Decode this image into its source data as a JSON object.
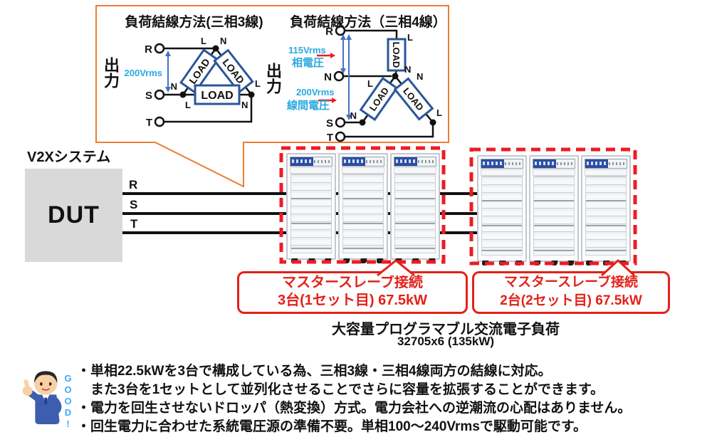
{
  "wiring": {
    "load": "LOAD",
    "live": "L",
    "neutral": "N"
  },
  "callout": {
    "three_wire": {
      "title": "負荷結線方法(三相3線)",
      "output": "出力",
      "line_voltage": "200Vrms",
      "terminals": [
        "R",
        "S",
        "T"
      ]
    },
    "four_wire": {
      "title": "負荷結線方法（三相4線）",
      "output": "出力",
      "phase_voltage": "115Vrms",
      "phase_voltage_label": "相電圧",
      "line_voltage": "200Vrms",
      "line_voltage_label": "線間電圧",
      "terminals": [
        "R",
        "N",
        "S",
        "T"
      ]
    }
  },
  "system": {
    "title": "V2Xシステム",
    "dut": "DUT",
    "phases": [
      "R",
      "S",
      "T"
    ]
  },
  "sets": [
    {
      "line1": "マスタースレーブ接続",
      "line2": "3台(1セット目) 67.5kW"
    },
    {
      "line1": "マスタースレーブ接続",
      "line2": "2台(2セット目) 67.5kW"
    }
  ],
  "load_bank": {
    "name": "大容量プログラマブル交流電子負荷",
    "model": "32705x6 (135kW)"
  },
  "mascot": {
    "text": "GOOD!"
  },
  "notes": [
    "・単相22.5kWを3台で構成している為、三相3線・三相4線両方の結線に対応。",
    "　また3台を1セットとして並列化させることでさらに容量を拡張することができます。",
    "・電力を回生させないドロッパ（熱変換）方式。電力会社への逆潮流の心配はありません。",
    "・回生電力に合わせた系統電圧源の準備不要。単相100〜240Vrmsで駆動可能です。"
  ],
  "colors": {
    "callout_border": "#ED7D31",
    "dashed_red": "#EC1C24",
    "caption_red": "#E32119",
    "load_border": "#2A5699",
    "arrow_blue": "#4472C4",
    "cyan_text": "#29A8E0",
    "rack_panel_blue": "#2E4DA0",
    "dut_gray": "#D9D9D9"
  }
}
